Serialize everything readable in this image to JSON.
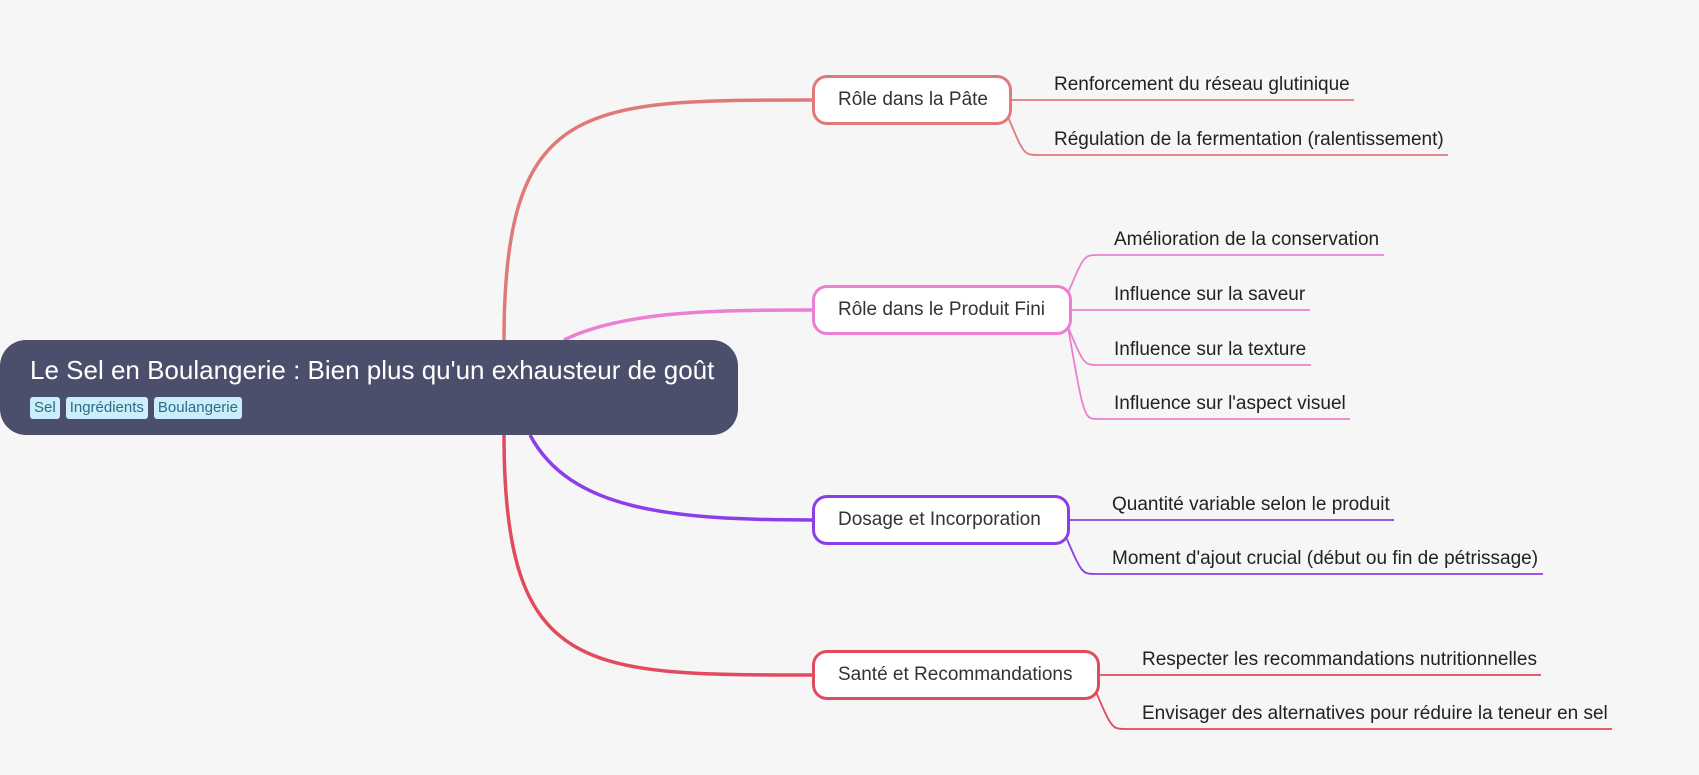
{
  "root": {
    "title": "Le Sel en Boulangerie : Bien plus qu'un exhausteur de goût",
    "tags": [
      "Sel",
      "Ingrédients",
      "Boulangerie"
    ]
  },
  "branches": [
    {
      "label": "Rôle dans la Pâte",
      "color": "#e07a7a",
      "children": [
        "Renforcement du réseau glutinique",
        "Régulation de la fermentation (ralentissement)"
      ]
    },
    {
      "label": "Rôle dans le Produit Fini",
      "color": "#ea7fd3",
      "children": [
        "Amélioration de la conservation",
        "Influence sur la saveur",
        "Influence sur la texture",
        "Influence sur l'aspect visuel"
      ]
    },
    {
      "label": "Dosage et Incorporation",
      "color": "#8a3fe8",
      "children": [
        "Quantité variable selon le produit",
        "Moment d'ajout crucial (début ou fin de pétrissage)"
      ]
    },
    {
      "label": "Santé et Recommandations",
      "color": "#e24a5e",
      "children": [
        "Respecter les recommandations nutritionnelles",
        "Envisager des alternatives pour réduire la teneur en sel"
      ]
    }
  ]
}
